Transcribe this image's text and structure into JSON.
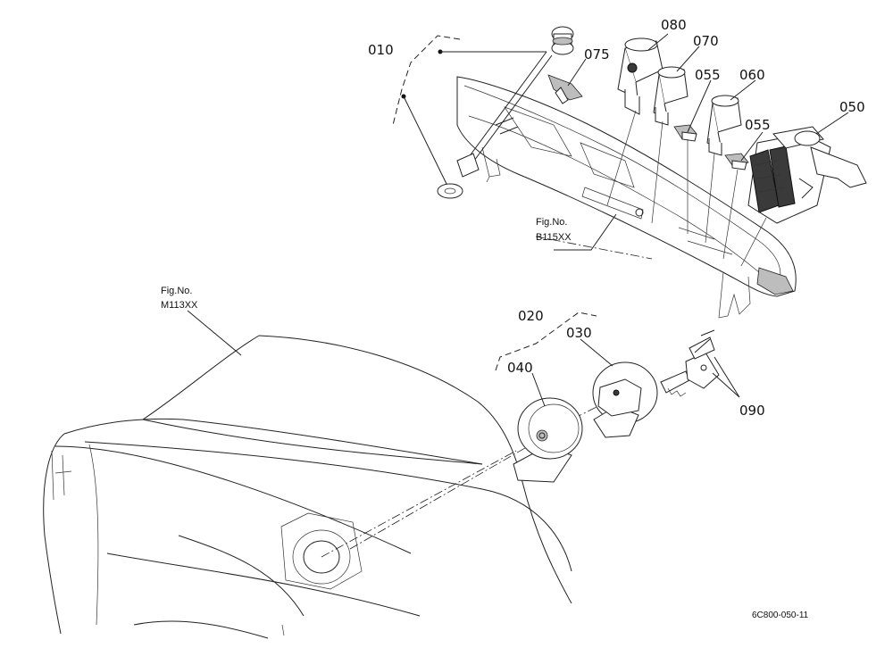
{
  "diagram": {
    "part_labels": {
      "p010": "010",
      "p020": "020",
      "p030": "030",
      "p040": "040",
      "p050": "050",
      "p055a": "055",
      "p055b": "055",
      "p060": "060",
      "p070": "070",
      "p075": "075",
      "p080": "080",
      "p090": "090"
    },
    "figure_refs": {
      "b115": {
        "line1": "Fig.No.",
        "line2": "B115XX"
      },
      "m113": {
        "line1": "Fig.No.",
        "line2": "M113XX"
      }
    },
    "drawing_code": "6C800-050-11"
  }
}
